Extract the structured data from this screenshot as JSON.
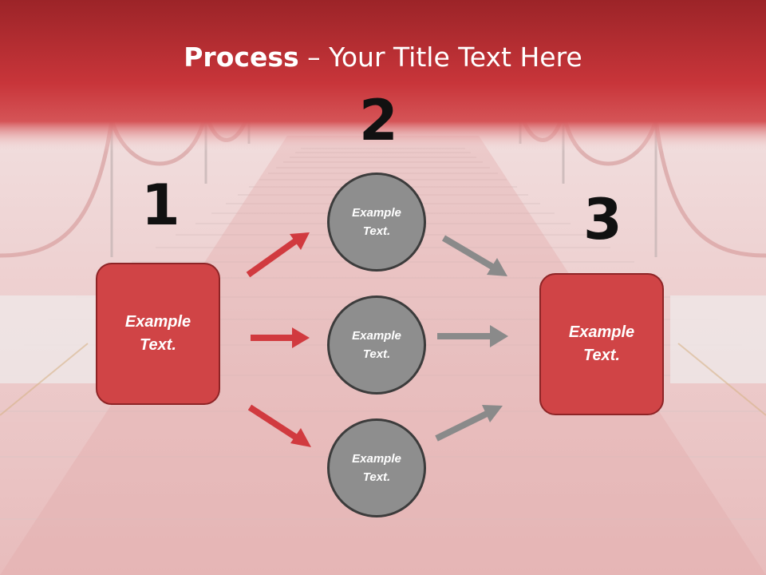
{
  "slide": {
    "title_strong": "Process",
    "title_rest": " – Your Title Text Here"
  },
  "steps": {
    "one": "1",
    "two": "2",
    "three": "3"
  },
  "left_box": {
    "line1": "Example",
    "line2": "Text."
  },
  "right_box": {
    "line1": "Example",
    "line2": "Text."
  },
  "circles": [
    {
      "line1": "Example",
      "line2": "Text."
    },
    {
      "line1": "Example",
      "line2": "Text."
    },
    {
      "line1": "Example",
      "line2": "Text."
    }
  ],
  "colors": {
    "banner": "#c8353a",
    "box_fill": "#d04446",
    "circle_fill": "#8e8e8e",
    "red_arrow": "#d13a3f",
    "gray_arrow": "#8a8a8a",
    "number_text": "#111111"
  }
}
